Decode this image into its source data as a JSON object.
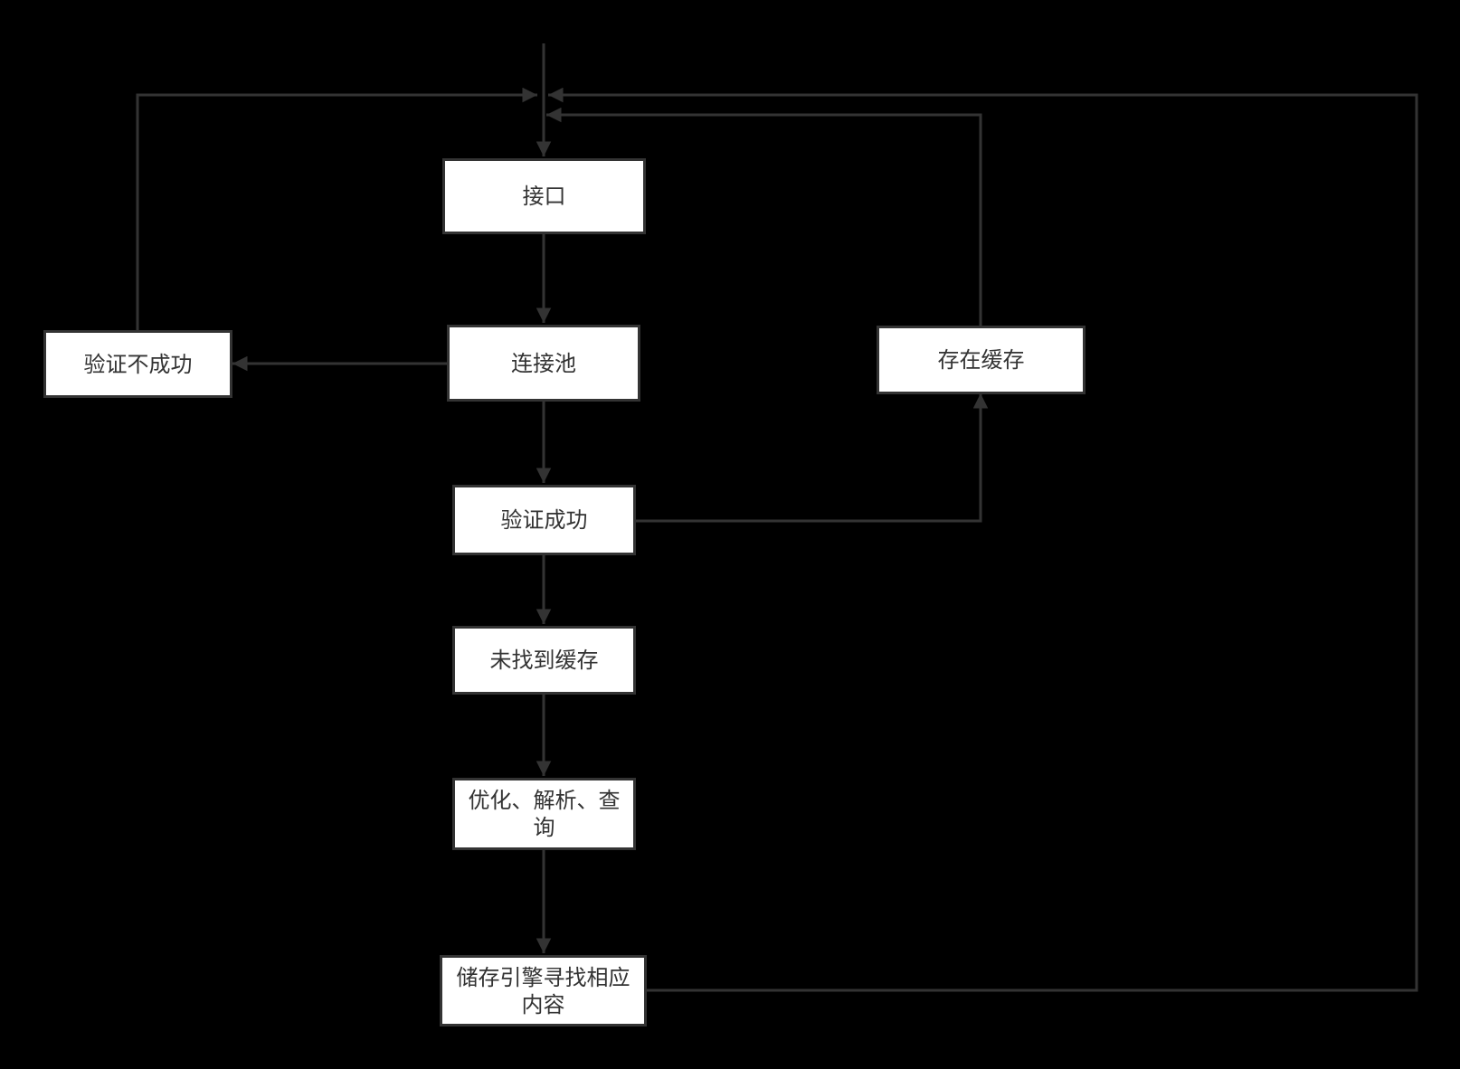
{
  "colors": {
    "background": "#000000",
    "line": "#333333",
    "node_fill": "#ffffff",
    "text": "#333333"
  },
  "nodes": {
    "interface": "接口",
    "connection_pool": "连接池",
    "auth_fail": "验证不成功",
    "cache_exists": "存在缓存",
    "auth_success": "验证成功",
    "cache_not_found": "未找到缓存",
    "optimize_parse_query": "优化、解析、查询",
    "storage_engine_find": "储存引擎寻找相应内容"
  }
}
